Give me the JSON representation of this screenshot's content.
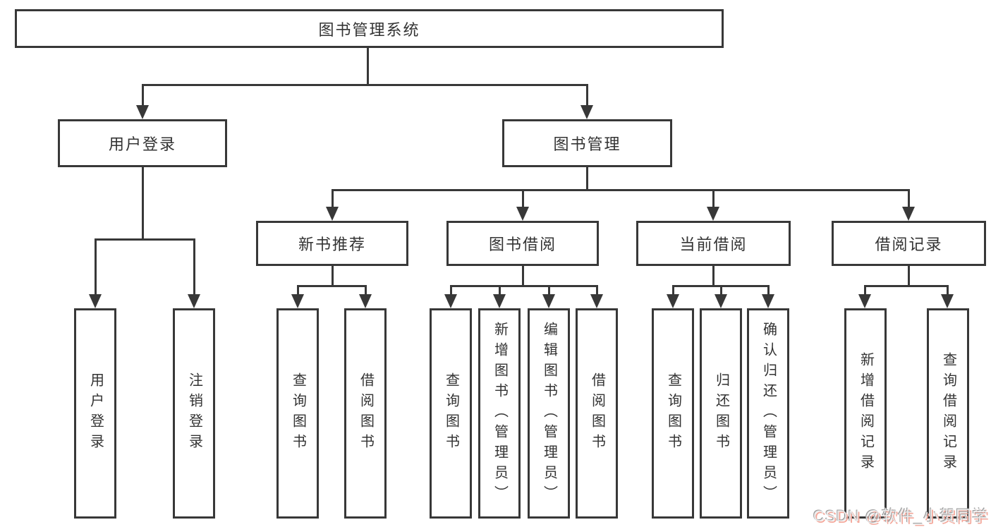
{
  "root": {
    "label": "图书管理系统"
  },
  "branches": [
    {
      "label": "用户登录",
      "children": [
        "用户登录",
        "注销登录"
      ]
    },
    {
      "label": "图书管理"
    }
  ],
  "modules": [
    {
      "label": "新书推荐",
      "children": [
        "查询图书",
        "借阅图书"
      ]
    },
    {
      "label": "图书借阅",
      "children": [
        "查询图书",
        "新增图书（管理员）",
        "编辑图书（管理员）",
        "借阅图书"
      ]
    },
    {
      "label": "当前借阅",
      "children": [
        "查询图书",
        "归还图书",
        "确认归还（管理员）"
      ]
    },
    {
      "label": "借阅记录",
      "children": [
        "新增借阅记录",
        "查询借阅记录"
      ]
    }
  ],
  "watermark": {
    "text": "CSDN @软件_小贺同学"
  },
  "colors": {
    "line": "#383838",
    "text": "#333333",
    "background": "#ffffff",
    "watermark_text": "#e9e9e9",
    "watermark_shadow": "#f4a79a"
  }
}
